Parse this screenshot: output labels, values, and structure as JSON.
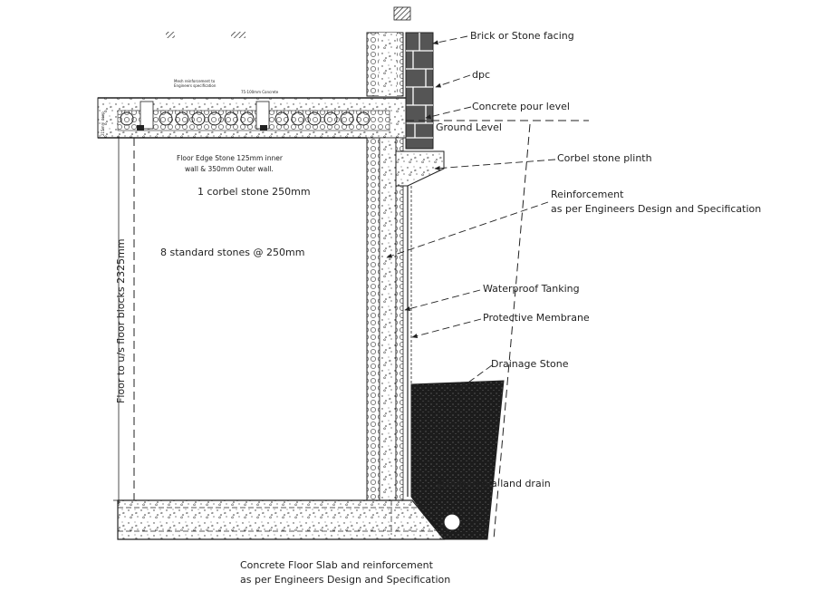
{
  "labels": {
    "facing": "Brick or Stone facing",
    "dpc": "dpc",
    "pour_level": "Concrete pour level",
    "ground_level": "Ground Level",
    "corbel_plinth": "Corbel stone plinth",
    "reinforcement_1": "Reinforcement",
    "reinforcement_2": "as per Engineers Design and Specification",
    "tanking": "Waterproof Tanking",
    "membrane": "Protective Membrane",
    "drainage": "Drainage Stone",
    "land_drain": "100mm dia land drain",
    "floor_edge_1": "Floor Edge Stone 125mm inner",
    "floor_edge_2": "wall & 350mm Outer wall.",
    "corbel_count": "1 corbel stone 250mm",
    "standard_stones": "8 standard stones @ 250mm",
    "vertical_dim": "Floor to u/s floor blocks 2325mm",
    "slab_1": "Concrete Floor Slab and reinforcement",
    "slab_2": "as per Engineers Design and Specification",
    "mesh_1": "Mesh reinforcement to",
    "mesh_2": "Engineers specification",
    "topping": "75-100mm Concrete",
    "block_dim": "215mm deep"
  },
  "colors": {
    "line": "#222222",
    "stone_fill": "#ffffff",
    "drainage_fill": "#1c1c1c",
    "brick_fill": "#555555"
  }
}
